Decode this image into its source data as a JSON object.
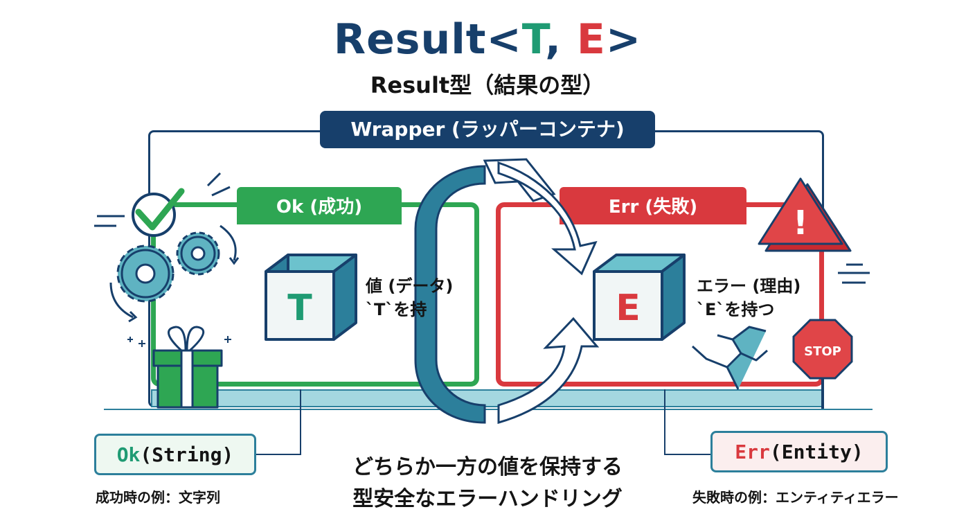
{
  "title": {
    "prefix": "Result<",
    "t": "T",
    "sep": ", ",
    "e": "E",
    "suffix": ">"
  },
  "subtitle": "Result型（結果の型）",
  "wrapper_label": "Wrapper (ラッパーコンテナ)",
  "ok": {
    "tab_label": "Ok (成功)",
    "cube_letter": "T",
    "desc_line1": "値 (データ)",
    "desc_line2": "`T`を持",
    "code_kw": "Ok",
    "code_arg": "(String)",
    "caption": "成功時の例：文字列"
  },
  "err": {
    "tab_label": "Err (失敗)",
    "cube_letter": "E",
    "desc_line1": "エラー (理由)",
    "desc_line2": "`E`を持つ",
    "code_kw": "Err",
    "code_arg": "(Entity)",
    "caption": "失敗時の例：エンティティエラー",
    "stop_sign": "STOP",
    "warning_mark": "!"
  },
  "center_caption": {
    "line1": "どちらか一方の値を保持する",
    "line2": "型安全なエラーハンドリング"
  },
  "colors": {
    "navy": "#173f6b",
    "green": "#2ea653",
    "red": "#d9393e",
    "teal": "#2c7f9b",
    "light_teal": "#a4d7e0"
  },
  "icons": [
    "checkmark-icon",
    "gears-icon",
    "gift-icon",
    "sparkle-icon",
    "warning-icon",
    "stop-sign-icon",
    "crack-icon",
    "cycle-arrows-icon"
  ]
}
